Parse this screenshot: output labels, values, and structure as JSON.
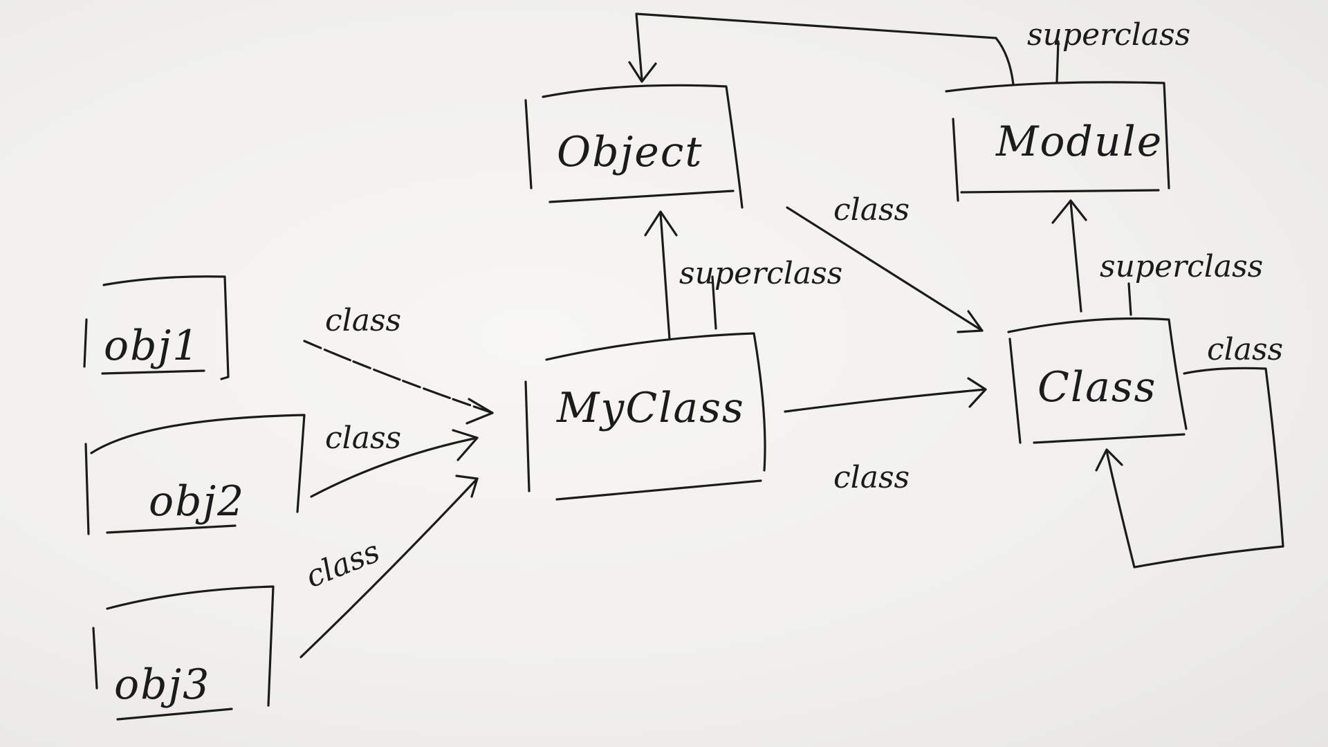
{
  "diagram": {
    "nodes": [
      {
        "id": "obj1",
        "label": "obj1"
      },
      {
        "id": "obj2",
        "label": "obj2"
      },
      {
        "id": "obj3",
        "label": "obj3"
      },
      {
        "id": "myclass",
        "label": "MyClass"
      },
      {
        "id": "object",
        "label": "Object"
      },
      {
        "id": "module",
        "label": "Module"
      },
      {
        "id": "class",
        "label": "Class"
      }
    ],
    "edges": [
      {
        "from": "obj1",
        "to": "myclass",
        "label": "class"
      },
      {
        "from": "obj2",
        "to": "myclass",
        "label": "class"
      },
      {
        "from": "obj3",
        "to": "myclass",
        "label": "class"
      },
      {
        "from": "myclass",
        "to": "object",
        "label": "superclass"
      },
      {
        "from": "myclass",
        "to": "class",
        "label": "class"
      },
      {
        "from": "object",
        "to": "class",
        "label": "class"
      },
      {
        "from": "class",
        "to": "module",
        "label": "superclass"
      },
      {
        "from": "module",
        "to": "object",
        "label": "superclass"
      },
      {
        "from": "class",
        "to": "class",
        "label": "class"
      }
    ]
  }
}
